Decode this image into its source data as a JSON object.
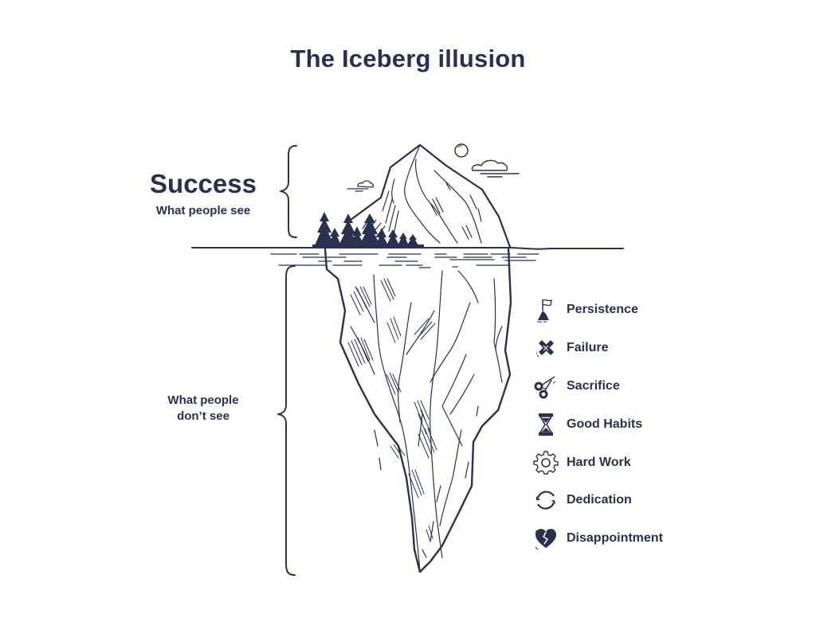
{
  "title": "The Iceberg illusion",
  "above_water": {
    "heading": "Success",
    "subheading": "What people see"
  },
  "below_water": {
    "label_line1": "What people",
    "label_line2": "don’t see"
  },
  "colors": {
    "ink": "#2a3050",
    "background": "#ffffff"
  },
  "legend": [
    {
      "label": "Persistence",
      "icon": "flag-on-mountain-icon"
    },
    {
      "label": "Failure",
      "icon": "cross-bandage-icon"
    },
    {
      "label": "Sacrifice",
      "icon": "scissors-icon"
    },
    {
      "label": "Good Habits",
      "icon": "hourglass-icon"
    },
    {
      "label": "Hard Work",
      "icon": "gear-icon"
    },
    {
      "label": "Dedication",
      "icon": "cycle-arrows-icon"
    },
    {
      "label": "Disappointment",
      "icon": "broken-heart-icon"
    }
  ]
}
